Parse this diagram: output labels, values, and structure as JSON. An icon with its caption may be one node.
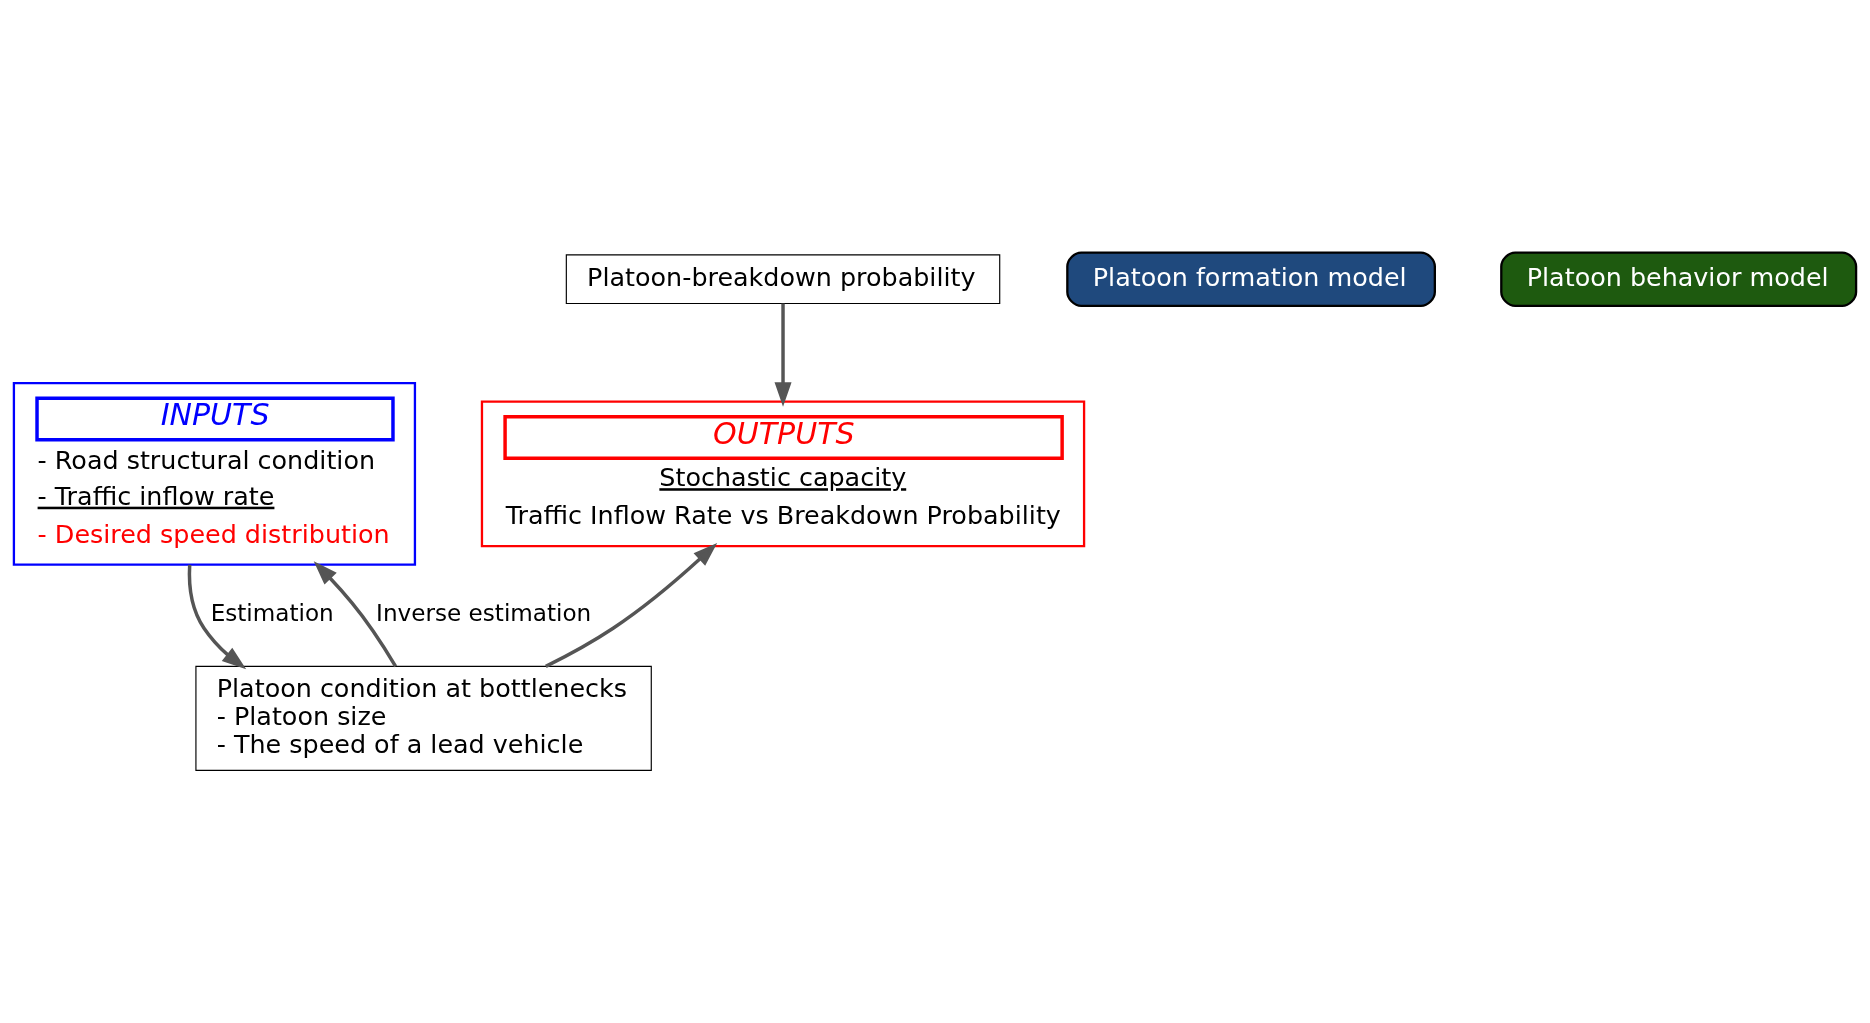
{
  "diagram": {
    "nodes": [
      {
        "text": [
          "INPUTS",
          "- Road structural condition",
          "- Traffic inflow rate",
          "- Desired speed distribution"
        ]
      },
      {
        "text": [
          "OUTPUTS",
          "Stochastic capacity",
          "Traffic Inflow Rate vs Breakdown Probability"
        ]
      },
      {
        "text": [
          "Platoon formation model"
        ]
      },
      {
        "text": [
          "Platoon condition at bottlenecks",
          "- Platoon size",
          "- The speed of a lead vehicle"
        ]
      },
      {
        "text": [
          "Platoon behavior model"
        ]
      },
      {
        "text": [
          "Platoon-breakdown probability"
        ]
      }
    ],
    "edges": [
      {
        "from": 0,
        "to": 3,
        "arrow": "to",
        "label": "Estimation"
      },
      {
        "from": 3,
        "to": 0,
        "arrow": "to",
        "label": "Inverse estimation"
      },
      {
        "from": 3,
        "to": 1,
        "arrow": "to"
      },
      {
        "from": 5,
        "to": 1,
        "arrow": "to"
      }
    ]
  }
}
